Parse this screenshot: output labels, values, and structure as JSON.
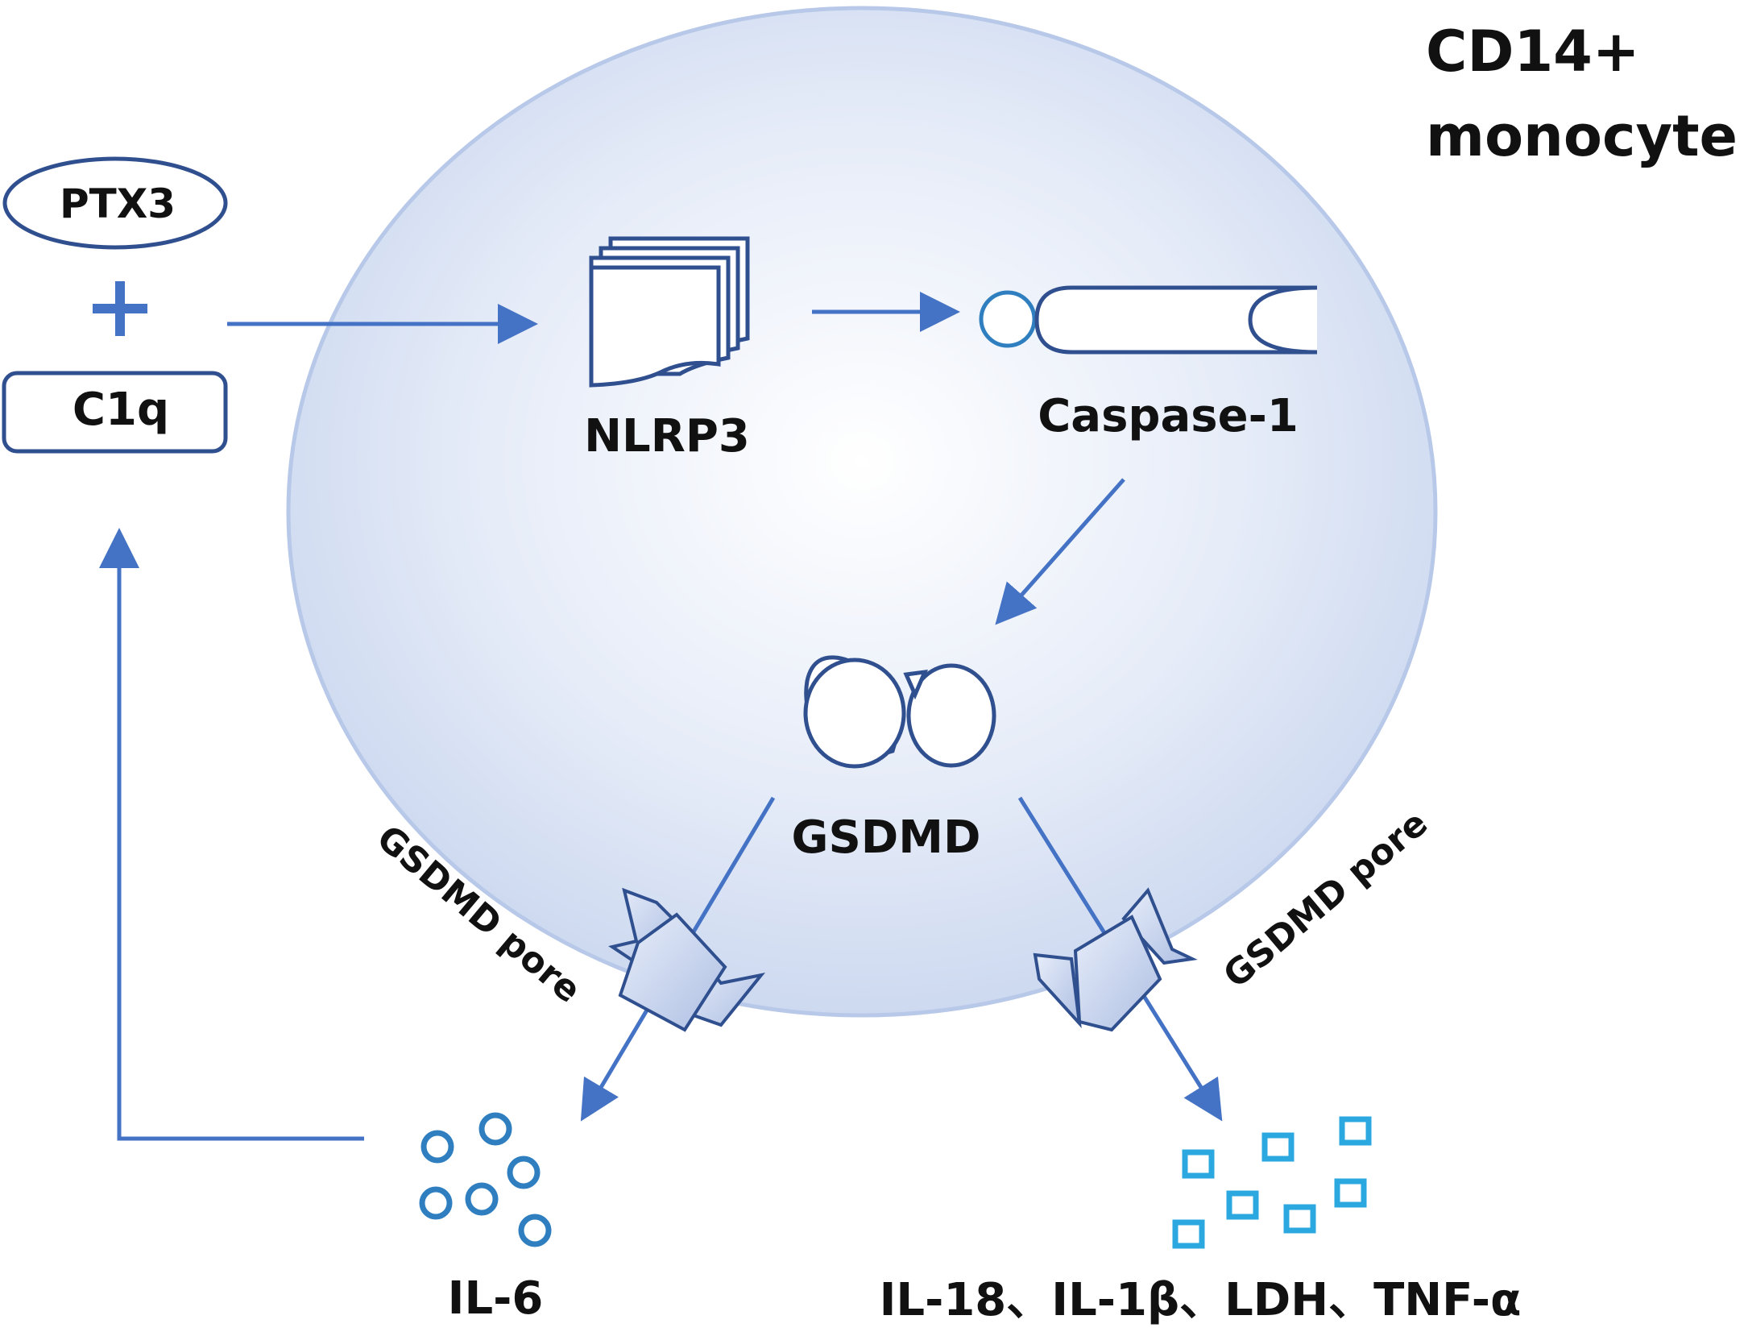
{
  "cell": {
    "label_line1": "CD14+",
    "label_line2": "monocyte"
  },
  "inputs": {
    "ptx3": "PTX3",
    "plus": "+",
    "c1q": "C1q"
  },
  "nodes": {
    "nlrp3": "NLRP3",
    "caspase1": "Caspase-1",
    "gsdmd": "GSDMD",
    "pore_left": "GSDMD pore",
    "pore_right": "GSDMD pore"
  },
  "outputs": {
    "il6": "IL-6",
    "cytokines": "IL-18、IL-1β、LDH、TNF-α"
  },
  "colors": {
    "arrow": "#4472c4",
    "outline": "#2f4f8f",
    "cell_fill": "#dfe7f6",
    "cell_edge": "#b7c8e8",
    "il6_marker": "#2f7fc0",
    "cytokine_marker": "#2aa8df",
    "pore_fill": "#c9d5ee"
  }
}
